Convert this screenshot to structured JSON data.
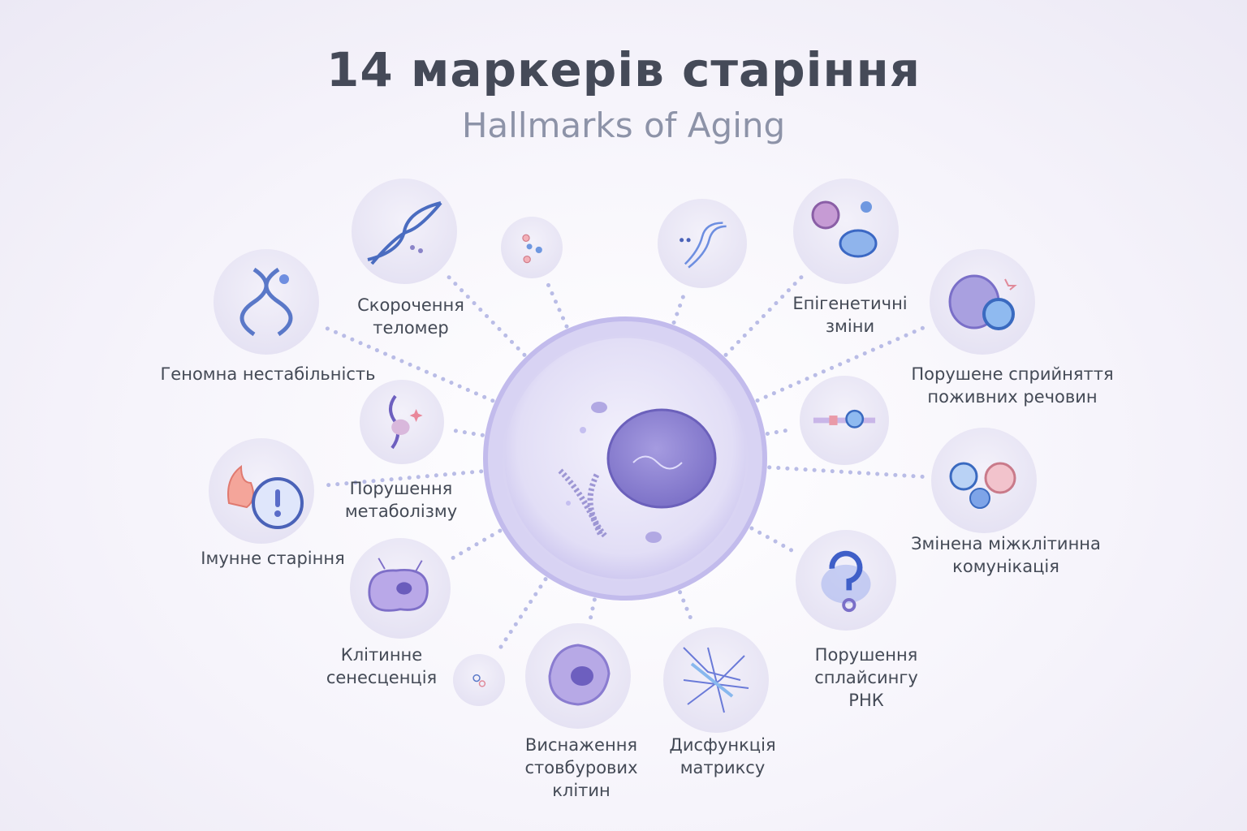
{
  "title": "14 маркерів старіння",
  "subtitle": "Hallmarks of Aging",
  "colors": {
    "accent": "#8f85d8",
    "dot": "#b9bce6",
    "circle": "#e9e6f5",
    "text": "#444a56"
  },
  "hallmarks": [
    {
      "label": [
        "Геномна нестабільність"
      ],
      "icon": "dna-helix-icon"
    },
    {
      "label": [
        "Скорочення",
        "теломер"
      ],
      "icon": "telomere-dna-icon"
    },
    {
      "label": [
        "Епігенетичні",
        "зміни"
      ],
      "icon": "epigenetic-molecule-icon"
    },
    {
      "label": [
        "Порушене сприйняття",
        "поживних речовин"
      ],
      "icon": "nutrient-cell-icon"
    },
    {
      "label": [
        "Змінена міжклітинна",
        "комунікація"
      ],
      "icon": "cell-communication-icon"
    },
    {
      "label": [
        "Порушення",
        "сплайсингу",
        "РНК"
      ],
      "icon": "question-mark-icon"
    },
    {
      "label": [
        "Дисфункція",
        "матриксу"
      ],
      "icon": "matrix-fibers-icon"
    },
    {
      "label": [
        "Виснаження",
        "стовбурових",
        "клітин"
      ],
      "icon": "stem-cell-icon"
    },
    {
      "label": [
        "Клітинне",
        "сенесценція"
      ],
      "icon": "senescent-cell-icon"
    },
    {
      "label": [
        "Імунне старіння"
      ],
      "icon": "inflammation-alert-icon"
    },
    {
      "label": [
        "Порушення",
        "метаболізму"
      ],
      "icon": "metabolism-icon"
    }
  ]
}
